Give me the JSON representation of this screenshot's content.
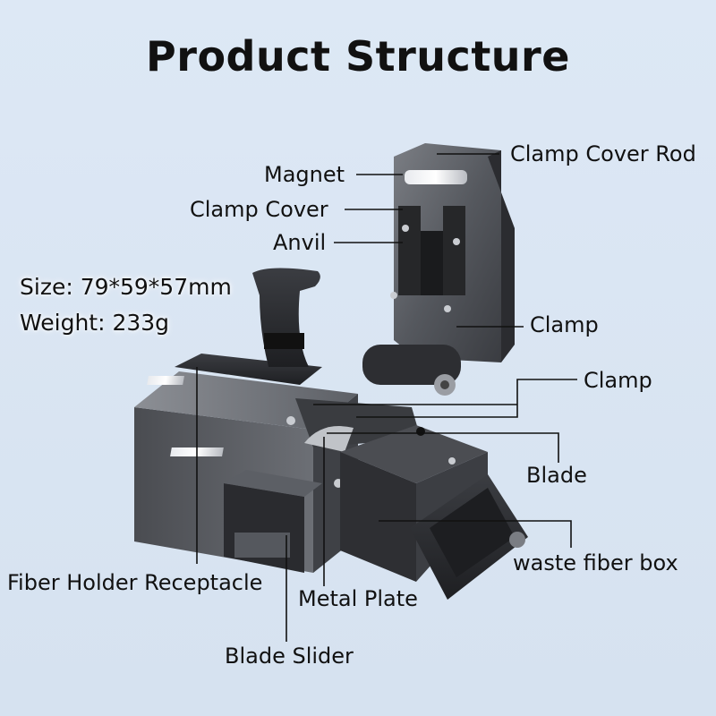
{
  "title": "Product Structure",
  "specs": {
    "size": "Size: 79*59*57mm",
    "weight": "Weight: 233g"
  },
  "labels": {
    "clamp_cover_rod": "Clamp Cover Rod",
    "magnet": "Magnet",
    "clamp_cover": "Clamp Cover",
    "anvil": "Anvil",
    "clamp_upper": "Clamp",
    "clamp_lower": "Clamp",
    "blade": "Blade",
    "waste_fiber_box": "waste fiber box",
    "fiber_holder_receptacle": "Fiber Holder Receptacle",
    "metal_plate": "Metal Plate",
    "blade_slider": "Blade Slider"
  }
}
